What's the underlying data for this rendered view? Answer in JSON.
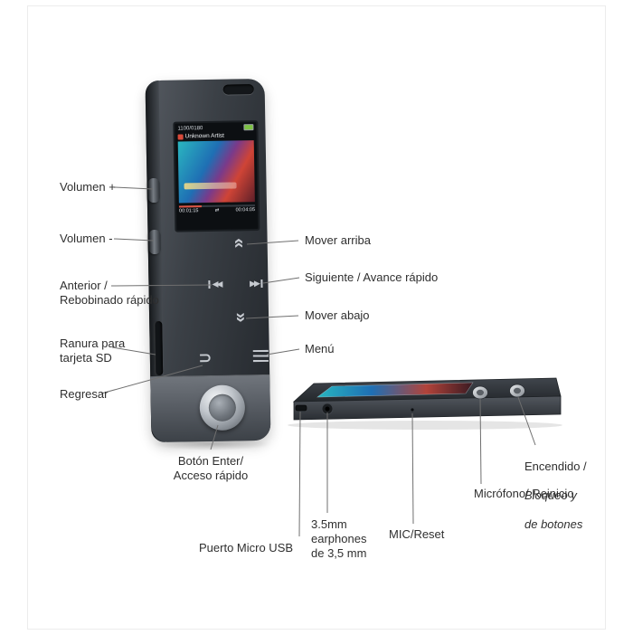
{
  "figure": {
    "type": "product-annotation-diagram",
    "product": "MP3 player (front view and lying side view) with Spanish callout labels"
  },
  "callouts": {
    "volume_up": "Volumen +",
    "volume_down": "Volumen -",
    "previous": "Anterior /\nRebobinado rápido",
    "sd_slot": "Ranura para\ntarjeta SD",
    "back": "Regresar",
    "move_up": "Mover arriba",
    "next": "Siguiente / Avance rápido",
    "move_down": "Mover abajo",
    "menu": "Menú",
    "enter": "Botón Enter/\nAcceso rápido",
    "usb": "Puerto Micro USB",
    "earphones": "3.5mm\nearphones\nde 3,5 mm",
    "mic_reset": "MIC/Reset",
    "microphone": "Micrófono/ Reinicio",
    "power_line1": "Encendido /",
    "power_line2": "Bloqueo y",
    "power_line3": "de botones"
  },
  "device": {
    "screen": {
      "status_left": "1100/0180",
      "artist": "Unknown Artist",
      "time_elapsed": "00:01:15",
      "time_total": "00:04:05"
    }
  },
  "icons": {
    "move_up_icon": "«",
    "move_down_icon": "«",
    "previous_icon": "◀◀",
    "next_icon": "▶▶",
    "back_icon": "⊃",
    "shuffle_icon": "⇄",
    "menu_icon": "hamburger-lines",
    "battery_icon": "battery-full",
    "enter_icon": "round-silver-button"
  },
  "colors": {
    "background": "#ffffff",
    "label_text": "#2f2f2f",
    "leader_line": "#6f6f6f",
    "device_body_dark": "#2c3036",
    "device_cap_silver": "#70757c",
    "accent_red": "#d84a3a",
    "battery_green": "#7dc243"
  }
}
